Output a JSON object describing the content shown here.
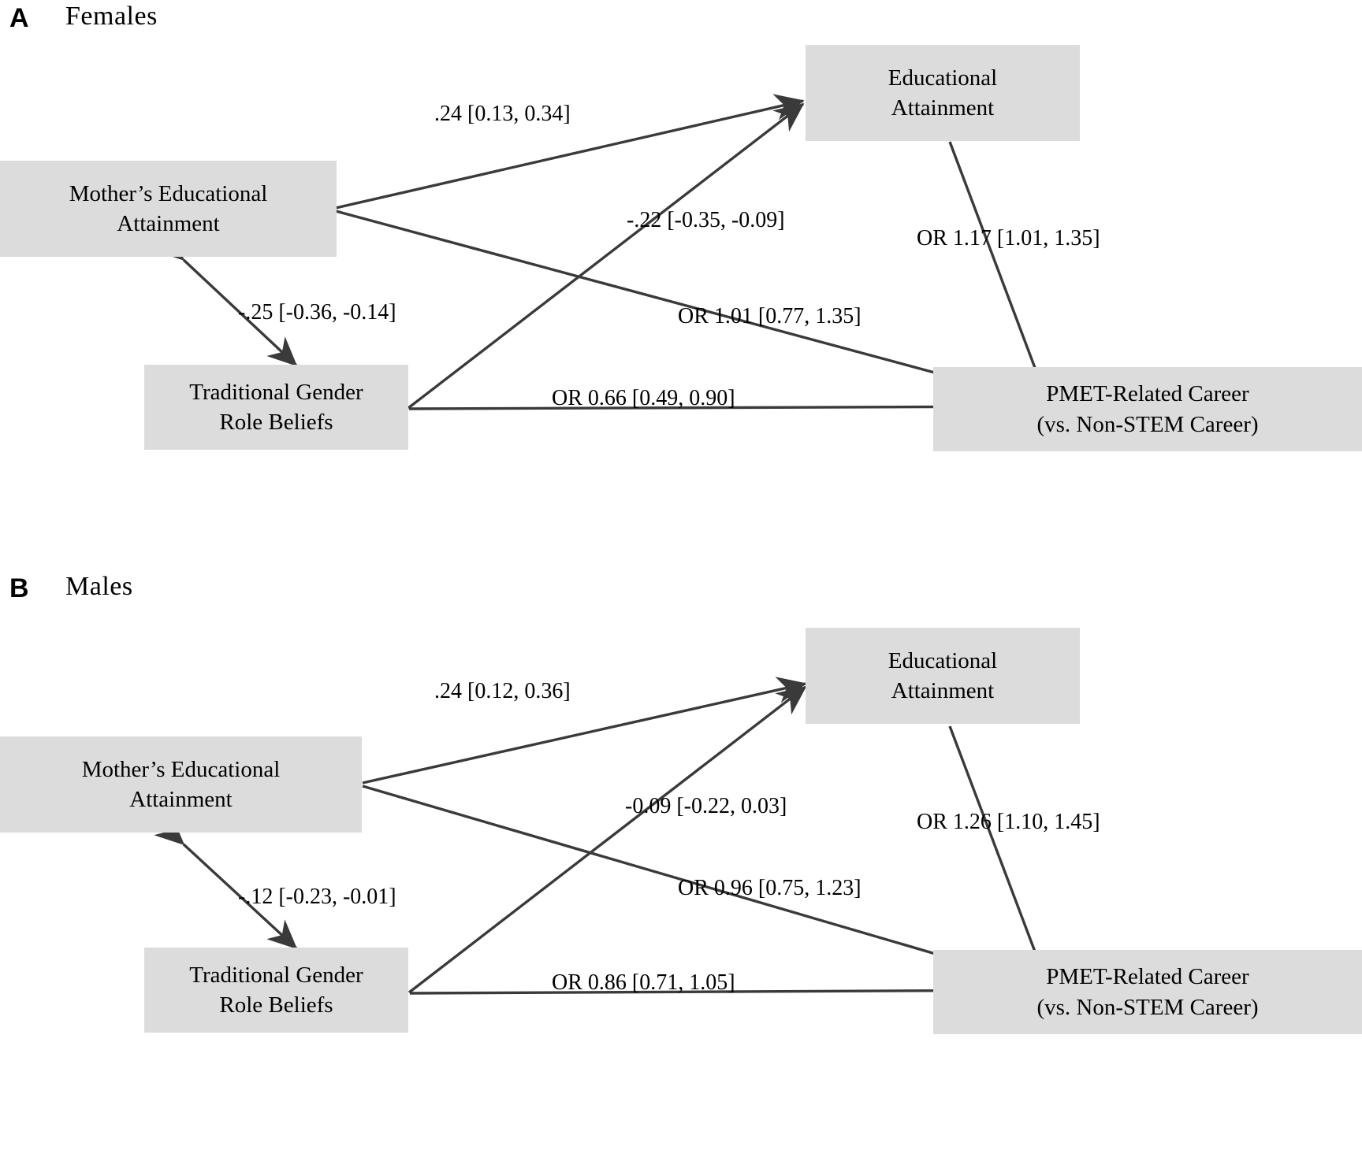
{
  "figure": {
    "type": "path-diagram",
    "panels": [
      {
        "letter": "A",
        "title": "Females",
        "nodes": {
          "mother": "Mother’s Educational\nAttainment",
          "education": "Educational\nAttainment",
          "beliefs": "Traditional  Gender\nRole Beliefs",
          "career": "PMET-Related Career\n(vs. Non-STEM Career)"
        },
        "paths": [
          {
            "name": "mother-to-education",
            "label": ".24 [0.13, 0.34]"
          },
          {
            "name": "beliefs-to-education",
            "label": "-.22 [-0.35, -0.09]"
          },
          {
            "name": "mother-beliefs-covariance",
            "label": "-.25 [-0.36, -0.14]"
          },
          {
            "name": "education-to-career",
            "label": "OR 1.17 [1.01, 1.35]"
          },
          {
            "name": "mother-to-career",
            "label": "OR 1.01 [0.77, 1.35]"
          },
          {
            "name": "beliefs-to-career",
            "label": "OR 0.66 [0.49, 0.90]"
          }
        ]
      },
      {
        "letter": "B",
        "title": "Males",
        "nodes": {
          "mother": "Mother’s Educational\nAttainment",
          "education": "Educational\nAttainment",
          "beliefs": "Traditional  Gender\nRole Beliefs",
          "career": "PMET-Related Career\n(vs. Non-STEM Career)"
        },
        "paths": [
          {
            "name": "mother-to-education",
            "label": ".24 [0.12, 0.36]"
          },
          {
            "name": "beliefs-to-education",
            "label": "-0.09 [-0.22, 0.03]"
          },
          {
            "name": "mother-beliefs-covariance",
            "label": "-.12 [-0.23, -0.01]"
          },
          {
            "name": "education-to-career",
            "label": "OR 1.26 [1.10, 1.45]"
          },
          {
            "name": "mother-to-career",
            "label": "OR 0.96 [0.75, 1.23]"
          },
          {
            "name": "beliefs-to-career",
            "label": "OR 0.86 [0.71, 1.05]"
          }
        ]
      }
    ],
    "colors": {
      "node_fill": "#dcdcdc",
      "line": "#3a3a3a",
      "text": "#000000",
      "background": "#ffffff"
    }
  }
}
